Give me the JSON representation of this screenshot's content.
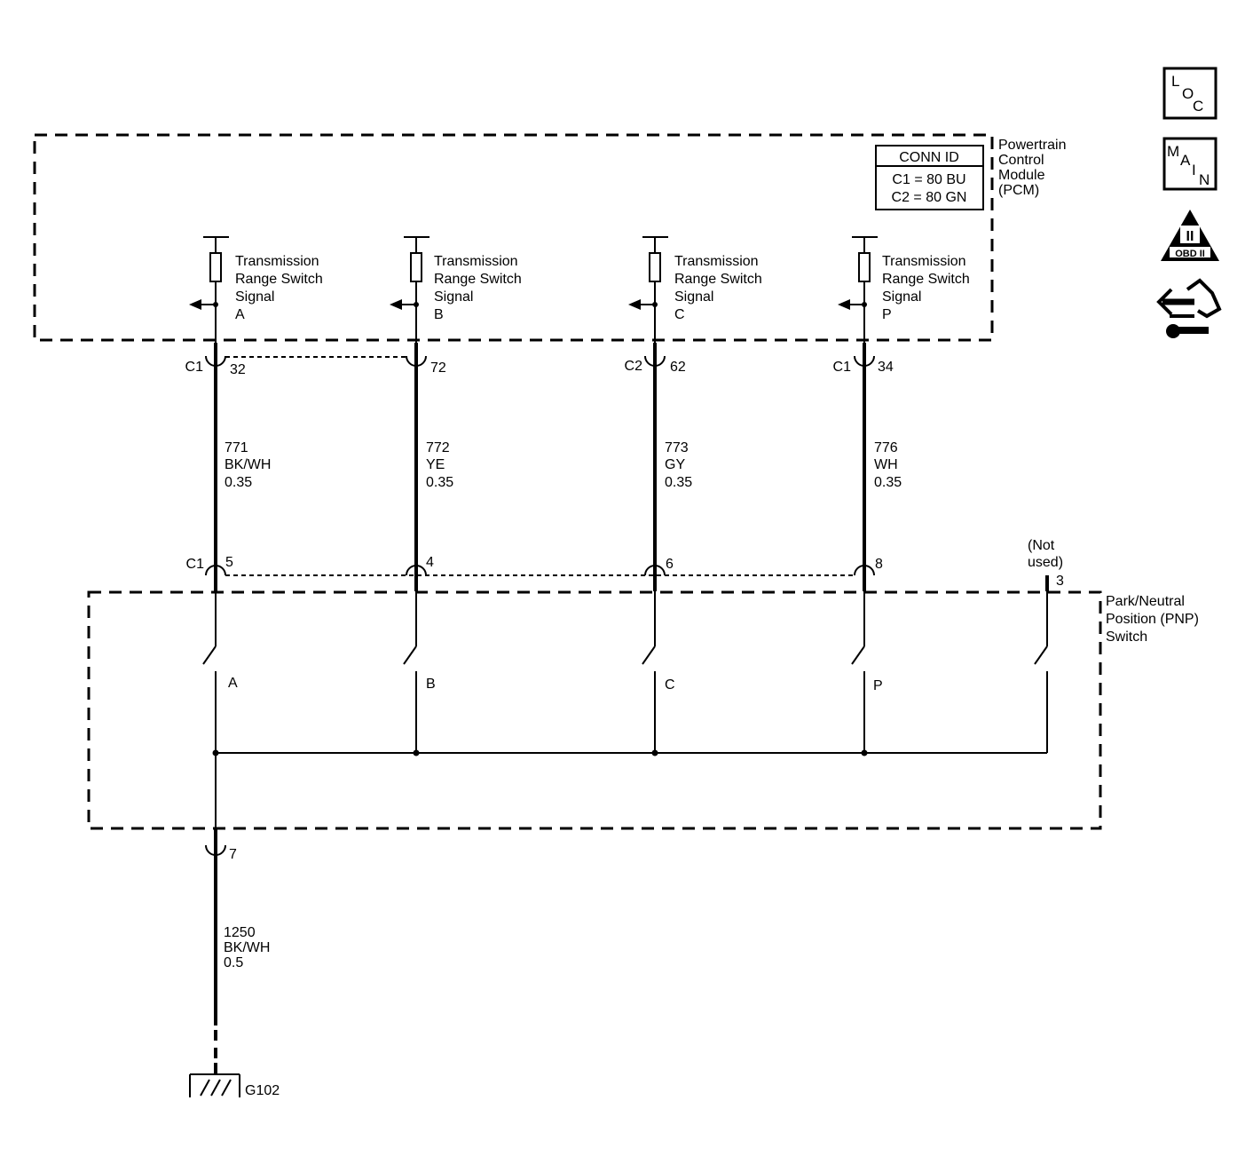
{
  "pcm": {
    "label_lines": [
      "Powertrain",
      "Control",
      "Module",
      "(PCM)"
    ],
    "conn_id": {
      "title": "CONN ID",
      "c1": "C1 = 80 BU",
      "c2": "C2 = 80 GN"
    },
    "signal_line1": "Transmission",
    "signal_line2": "Range Switch",
    "signal_line3": "Signal"
  },
  "circuits": [
    {
      "id": "a",
      "signal": "A",
      "pcm_conn": "C1",
      "pcm_pin": "32",
      "circuit": "771",
      "color": "BK/WH",
      "gauge": "0.35",
      "pnp_conn": "C1",
      "pnp_pin": "5",
      "switch": "A"
    },
    {
      "id": "b",
      "signal": "B",
      "pcm_conn": "",
      "pcm_pin": "72",
      "circuit": "772",
      "color": "YE",
      "gauge": "0.35",
      "pnp_conn": "",
      "pnp_pin": "4",
      "switch": "B"
    },
    {
      "id": "c",
      "signal": "C",
      "pcm_conn": "C2",
      "pcm_pin": "62",
      "circuit": "773",
      "color": "GY",
      "gauge": "0.35",
      "pnp_conn": "",
      "pnp_pin": "6",
      "switch": "C"
    },
    {
      "id": "p",
      "signal": "P",
      "pcm_conn": "C1",
      "pcm_pin": "34",
      "circuit": "776",
      "color": "WH",
      "gauge": "0.35",
      "pnp_conn": "",
      "pnp_pin": "8",
      "switch": "P"
    }
  ],
  "pnp": {
    "label_lines": [
      "Park/Neutral",
      "Position (PNP)",
      "Switch"
    ],
    "not_used_lines": [
      "(Not",
      "used)"
    ],
    "not_used_pin": "3",
    "ground_pin": "7"
  },
  "ground_wire": {
    "circuit": "1250",
    "color": "BK/WH",
    "gauge": "0.5",
    "ground": "G102"
  },
  "icons": {
    "loc": [
      "L",
      "O",
      "C"
    ],
    "main": [
      "M",
      "A",
      "I",
      "N"
    ],
    "obd": {
      "top": "II",
      "bottom": "OBD II"
    }
  }
}
